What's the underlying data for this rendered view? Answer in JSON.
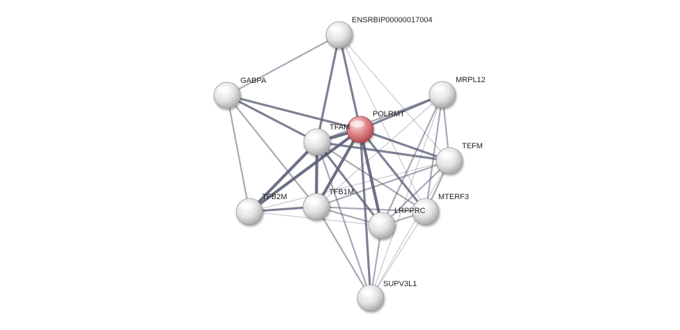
{
  "network": {
    "colors": {
      "edge": "#5c6178",
      "node_default": "#dcdcdc",
      "node_query": "#d9767b",
      "label": "#222222"
    },
    "nodes": [
      {
        "id": "ENSRBIP00000017004",
        "label": "ENSRBIP00000017004",
        "query": false
      },
      {
        "id": "GABPA",
        "label": "GABPA",
        "query": false
      },
      {
        "id": "MRPL12",
        "label": "MRPL12",
        "query": false
      },
      {
        "id": "POLRMT",
        "label": "POLRMT",
        "query": true
      },
      {
        "id": "TFAM",
        "label": "TFAM",
        "query": false
      },
      {
        "id": "TEFM",
        "label": "TEFM",
        "query": false
      },
      {
        "id": "TFB2M",
        "label": "TFB2M",
        "query": false
      },
      {
        "id": "TFB1M",
        "label": "TFB1M",
        "query": false
      },
      {
        "id": "MTERF3",
        "label": "MTERF3",
        "query": false
      },
      {
        "id": "LRPPRC",
        "label": "LRPPRC",
        "query": false
      },
      {
        "id": "SUPV3L1",
        "label": "SUPV3L1",
        "query": false
      }
    ],
    "edges": [
      {
        "from": "ENSRBIP00000017004",
        "to": "GABPA",
        "weight": 2
      },
      {
        "from": "ENSRBIP00000017004",
        "to": "TFAM",
        "weight": 3
      },
      {
        "from": "ENSRBIP00000017004",
        "to": "POLRMT",
        "weight": 3
      },
      {
        "from": "ENSRBIP00000017004",
        "to": "TEFM",
        "weight": 1
      },
      {
        "from": "ENSRBIP00000017004",
        "to": "MTERF3",
        "weight": 1
      },
      {
        "from": "GABPA",
        "to": "TFAM",
        "weight": 3
      },
      {
        "from": "GABPA",
        "to": "POLRMT",
        "weight": 3
      },
      {
        "from": "GABPA",
        "to": "TFB2M",
        "weight": 2
      },
      {
        "from": "GABPA",
        "to": "TFB1M",
        "weight": 2
      },
      {
        "from": "MRPL12",
        "to": "POLRMT",
        "weight": 3
      },
      {
        "from": "MRPL12",
        "to": "TFAM",
        "weight": 2
      },
      {
        "from": "MRPL12",
        "to": "TEFM",
        "weight": 2
      },
      {
        "from": "MRPL12",
        "to": "TFB1M",
        "weight": 1
      },
      {
        "from": "MRPL12",
        "to": "LRPPRC",
        "weight": 2
      },
      {
        "from": "MRPL12",
        "to": "MTERF3",
        "weight": 2
      },
      {
        "from": "MRPL12",
        "to": "SUPV3L1",
        "weight": 1
      },
      {
        "from": "POLRMT",
        "to": "TFAM",
        "weight": 4
      },
      {
        "from": "POLRMT",
        "to": "TEFM",
        "weight": 3
      },
      {
        "from": "POLRMT",
        "to": "TFB2M",
        "weight": 4
      },
      {
        "from": "POLRMT",
        "to": "TFB1M",
        "weight": 4
      },
      {
        "from": "POLRMT",
        "to": "LRPPRC",
        "weight": 4
      },
      {
        "from": "POLRMT",
        "to": "MTERF3",
        "weight": 3
      },
      {
        "from": "POLRMT",
        "to": "SUPV3L1",
        "weight": 3
      },
      {
        "from": "TFAM",
        "to": "TFB2M",
        "weight": 4
      },
      {
        "from": "TFAM",
        "to": "TFB1M",
        "weight": 4
      },
      {
        "from": "TFAM",
        "to": "TEFM",
        "weight": 3
      },
      {
        "from": "TFAM",
        "to": "LRPPRC",
        "weight": 3
      },
      {
        "from": "TFAM",
        "to": "MTERF3",
        "weight": 2
      },
      {
        "from": "TFAM",
        "to": "SUPV3L1",
        "weight": 2
      },
      {
        "from": "TEFM",
        "to": "TFB2M",
        "weight": 1
      },
      {
        "from": "TEFM",
        "to": "TFB1M",
        "weight": 2
      },
      {
        "from": "TEFM",
        "to": "LRPPRC",
        "weight": 2
      },
      {
        "from": "TEFM",
        "to": "MTERF3",
        "weight": 2
      },
      {
        "from": "TEFM",
        "to": "SUPV3L1",
        "weight": 1
      },
      {
        "from": "TFB2M",
        "to": "TFB1M",
        "weight": 3
      },
      {
        "from": "TFB2M",
        "to": "LRPPRC",
        "weight": 1
      },
      {
        "from": "TFB1M",
        "to": "LRPPRC",
        "weight": 2
      },
      {
        "from": "TFB1M",
        "to": "MTERF3",
        "weight": 2
      },
      {
        "from": "TFB1M",
        "to": "SUPV3L1",
        "weight": 2
      },
      {
        "from": "LRPPRC",
        "to": "MTERF3",
        "weight": 2
      },
      {
        "from": "LRPPRC",
        "to": "SUPV3L1",
        "weight": 2
      },
      {
        "from": "MTERF3",
        "to": "SUPV3L1",
        "weight": 1
      }
    ]
  }
}
